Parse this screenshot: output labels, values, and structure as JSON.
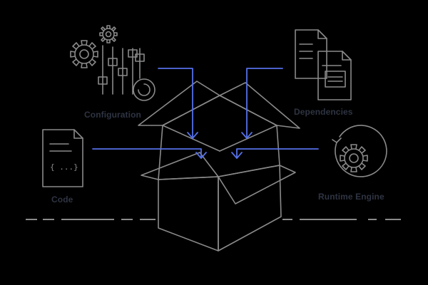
{
  "labels": {
    "configuration": "Configuration",
    "dependencies": "Dependencies",
    "code": "Code",
    "runtime_engine": "Runtime Engine",
    "code_glyph": "{ ...}"
  },
  "colors": {
    "background": "#000000",
    "line_gray": "#8a8a8a",
    "arrow_blue": "#5470e8",
    "label_text": "#2e3442"
  },
  "icons": [
    "configuration-icon",
    "dependencies-icon",
    "code-file-icon",
    "runtime-engine-icon",
    "open-box-icon"
  ]
}
